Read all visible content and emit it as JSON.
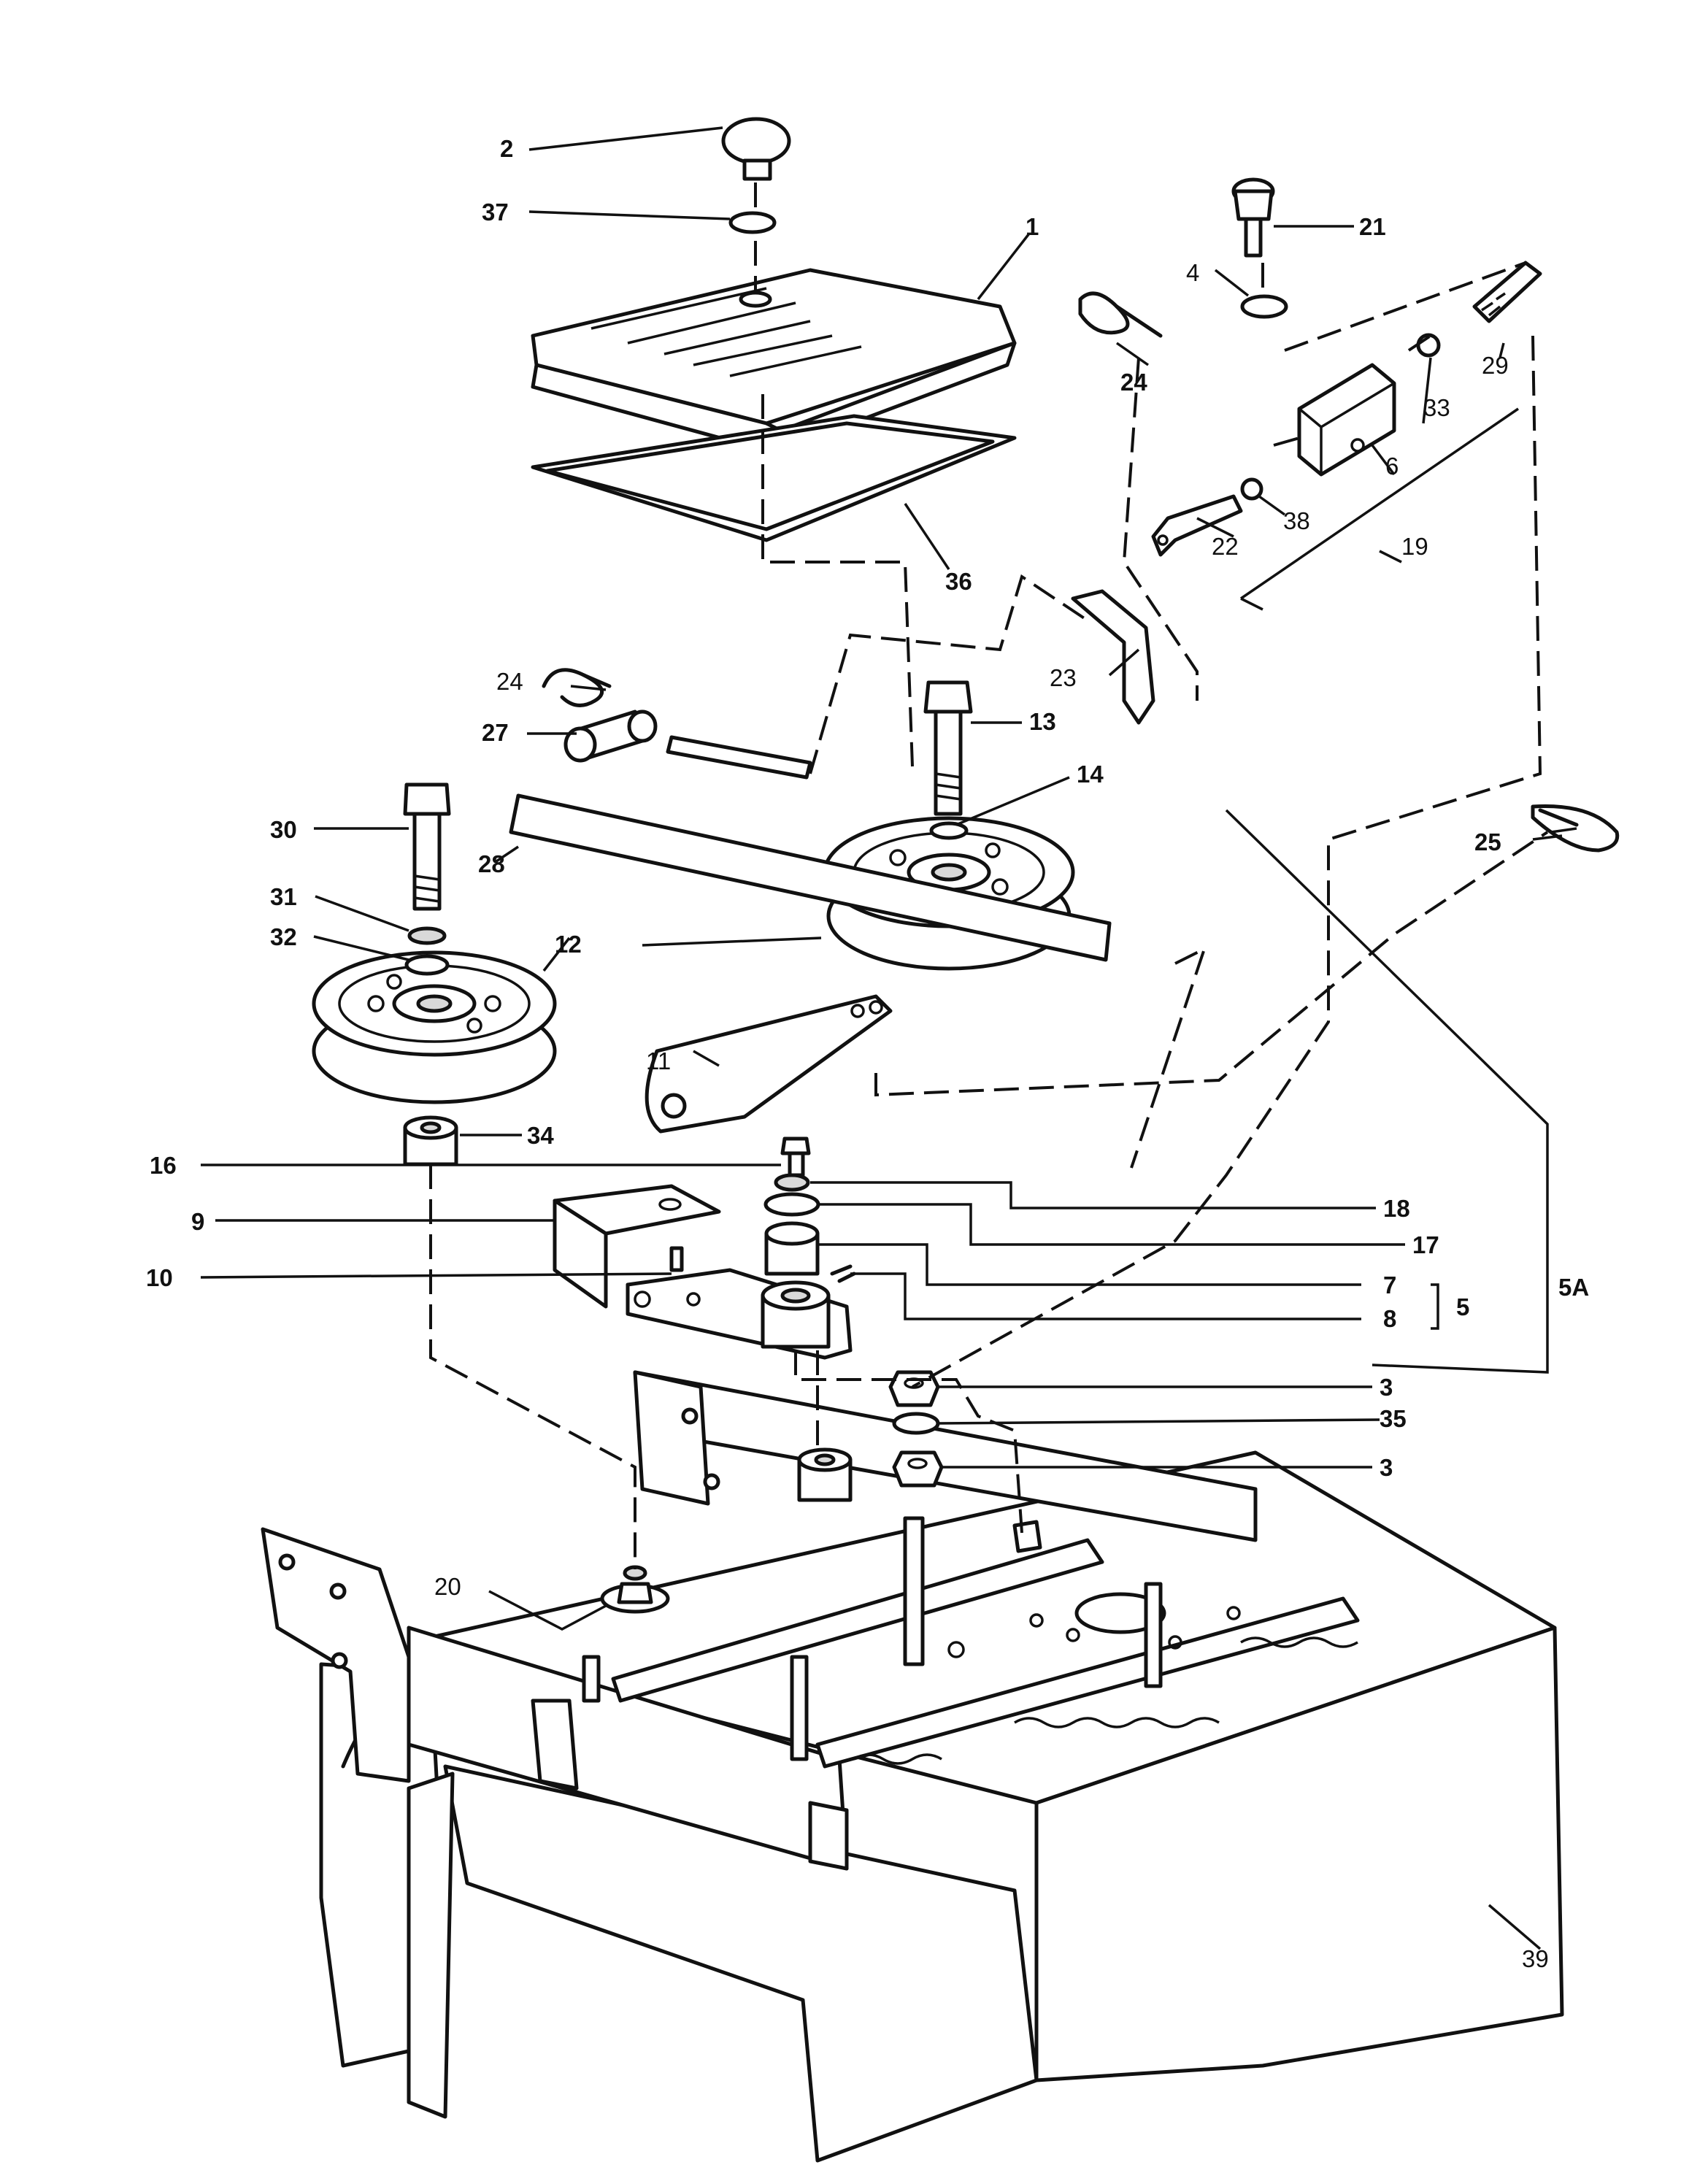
{
  "labels": {
    "p1": "1",
    "p2": "2",
    "p3a": "3",
    "p3b": "3",
    "p4": "4",
    "p5": "5",
    "p5a": "5A",
    "p6": "6",
    "p7": "7",
    "p8": "8",
    "p9": "9",
    "p10": "10",
    "p11": "11",
    "p12": "12",
    "p13": "13",
    "p14": "14",
    "p16": "16",
    "p17": "17",
    "p18": "18",
    "p19": "19",
    "p20": "20",
    "p21": "21",
    "p22": "22",
    "p23": "23",
    "p24a": "24",
    "p24b": "24",
    "p25": "25",
    "p27": "27",
    "p28": "28",
    "p29": "29",
    "p30": "30",
    "p31": "31",
    "p32": "32",
    "p33": "33",
    "p34": "34",
    "p35": "35",
    "p36": "36",
    "p37": "37",
    "p38": "38",
    "p39": "39"
  }
}
